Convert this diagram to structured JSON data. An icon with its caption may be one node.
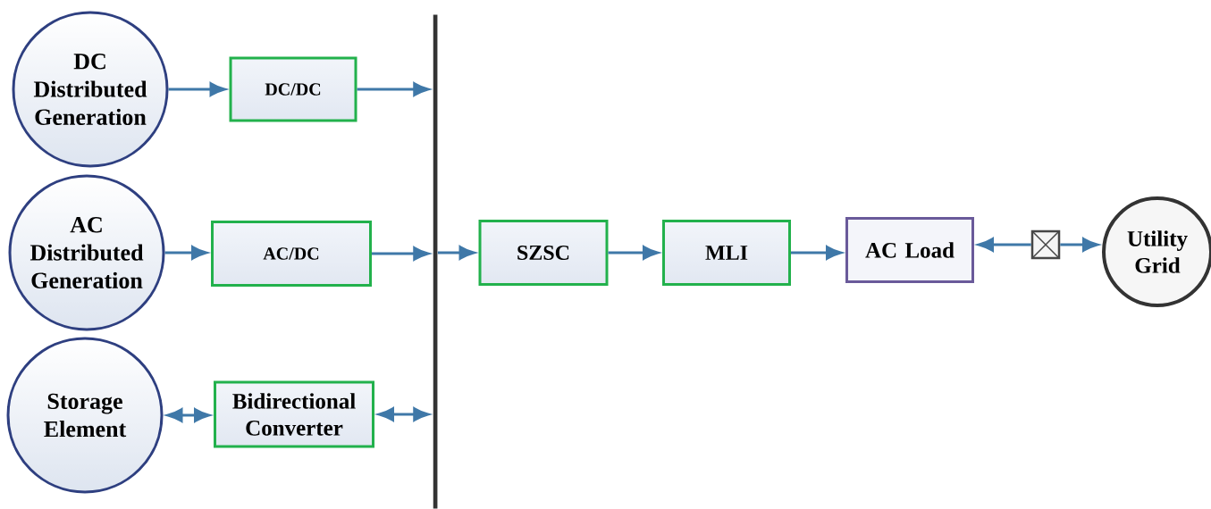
{
  "diagram": {
    "nodes": [
      {
        "text": [
          "DC Distributed Generation"
        ]
      },
      {
        "text": [
          "DC/DC"
        ]
      },
      {
        "text": [
          "AC Distributed Generation"
        ]
      },
      {
        "text": [
          "AC/DC"
        ]
      },
      {
        "text": [
          "Storage Element"
        ]
      },
      {
        "text": [
          "Bidirectional Converter"
        ]
      },
      {
        "text": [],
        "shape": "bar"
      },
      {
        "text": [
          "SZSC"
        ]
      },
      {
        "text": [
          "MLI"
        ]
      },
      {
        "text": [
          "AC Load"
        ]
      },
      {
        "text": [],
        "shape": "box"
      },
      {
        "text": [
          "Utility Grid"
        ]
      }
    ],
    "edges": [
      {
        "from": 0,
        "to": 1,
        "arrow": "to"
      },
      {
        "from": 1,
        "to": 6,
        "arrow": "to"
      },
      {
        "from": 2,
        "to": 3,
        "arrow": "to"
      },
      {
        "from": 3,
        "to": 6,
        "arrow": "to"
      },
      {
        "from": 4,
        "to": 5,
        "arrow": "both"
      },
      {
        "from": 5,
        "to": 6,
        "arrow": "both"
      },
      {
        "from": 6,
        "to": 7,
        "arrow": "to"
      },
      {
        "from": 7,
        "to": 8,
        "arrow": "to"
      },
      {
        "from": 8,
        "to": 9,
        "arrow": "to"
      },
      {
        "from": 10,
        "to": 9,
        "arrow": "to"
      },
      {
        "from": 10,
        "to": 11,
        "arrow": "to"
      }
    ]
  }
}
